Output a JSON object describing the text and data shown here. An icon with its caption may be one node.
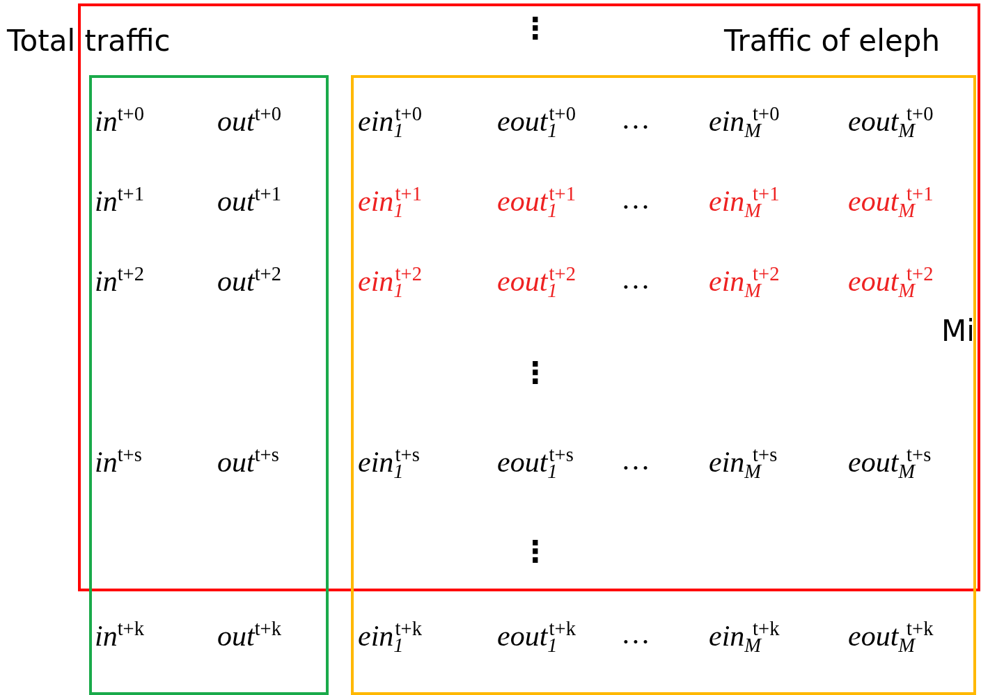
{
  "diagram": {
    "nodes": [
      {
        "text": [
          "⋮"
        ]
      },
      {
        "text": [
          "in$^{t+0}$",
          "out$^{t+0}$",
          "in$^{t+1}$",
          "out$^{t+1}$",
          "in$^{t+2}$",
          "out$^{t+2}$",
          "in$^{t+s}$",
          "out$^{t+s}$",
          "in$^{t+k}$",
          "out$^{t+k}$"
        ]
      },
      {
        "text": [
          "ein$_{1}$$^{t+0}$",
          "eout$_{1}$$^{t+0}$",
          "…",
          "ein$_{M}$$^{t+0}$",
          "eout$_{M}$$^{t+0}$",
          "ein$_{1}$$^{t+1}$",
          "eout$_{1}$$^{t+1}$",
          "…",
          "ein$_{M}$$^{t+1}$",
          "eout$_{M}$$^{t+1}$",
          "ein$_{1}$$^{t+2}$",
          "eout$_{1}$$^{t+2}$",
          "…",
          "ein$_{M}$$^{t+2}$",
          "eout$_{M}$$^{t+2}$",
          "⋮",
          "ein$_{1}$$^{t+s}$",
          "eout$_{1}$$^{t+s}$",
          "…",
          "ein$_{M}$$^{t+s}$",
          "eout$_{M}$$^{t+s}$",
          "⋮",
          "ein$_{1}$$^{t+k}$",
          "eout$_{1}$$^{t+k}$",
          "…",
          "ein$_{M}$$^{t+k}$",
          "eout$_{M}$$^{t+k}$"
        ]
      }
    ],
    "labels": [
      "Total traffic",
      "Traffic of eleph",
      "Mi"
    ]
  }
}
